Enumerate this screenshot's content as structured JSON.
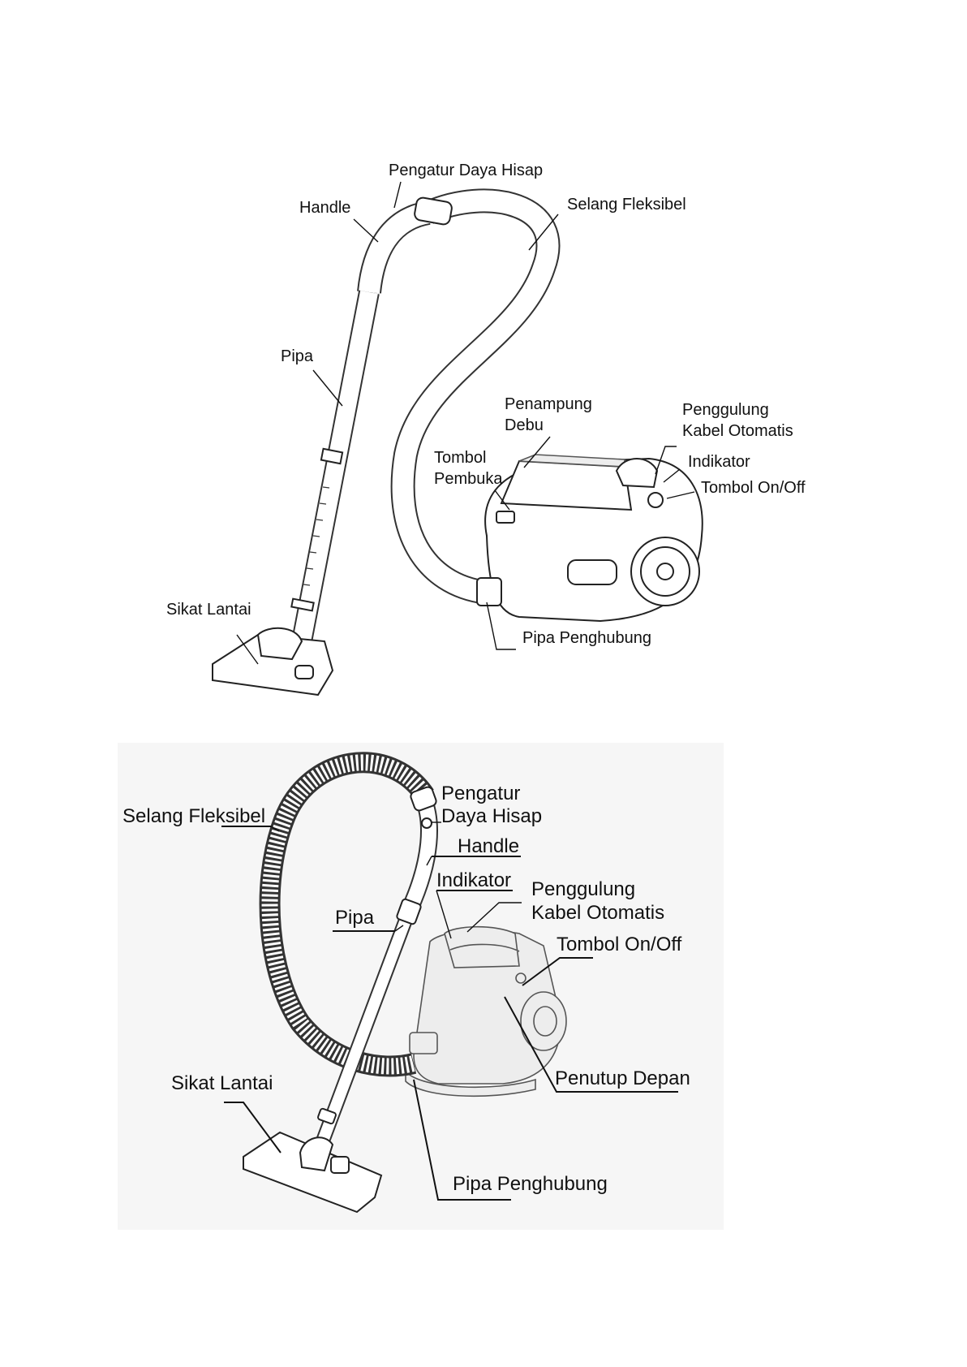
{
  "diagram_top": {
    "labels": {
      "suction_regulator": "Pengatur Daya Hisap",
      "handle": "Handle",
      "flexible_hose": "Selang Fleksibel",
      "pipe": "Pipa",
      "dust_container_line1": "Penampung",
      "dust_container_line2": "Debu",
      "cord_rewinder_line1": "Penggulung",
      "cord_rewinder_line2": "Kabel Otomatis",
      "release_button_line1": "Tombol",
      "release_button_line2": "Pembuka",
      "indicator": "Indikator",
      "power_button": "Tombol On/Off",
      "floor_brush": "Sikat Lantai",
      "connector_pipe": "Pipa Penghubung"
    }
  },
  "diagram_bottom": {
    "labels": {
      "flexible_hose": "Selang Fleksibel",
      "suction_regulator_line1": "Pengatur",
      "suction_regulator_line2": "Daya Hisap",
      "handle": "Handle",
      "indicator": "Indikator",
      "cord_rewinder_line1": "Penggulung",
      "cord_rewinder_line2": "Kabel Otomatis",
      "pipe": "Pipa",
      "power_button": "Tombol On/Off",
      "front_cover": "Penutup Depan",
      "floor_brush": "Sikat Lantai",
      "connector_pipe": "Pipa Penghubung"
    }
  }
}
